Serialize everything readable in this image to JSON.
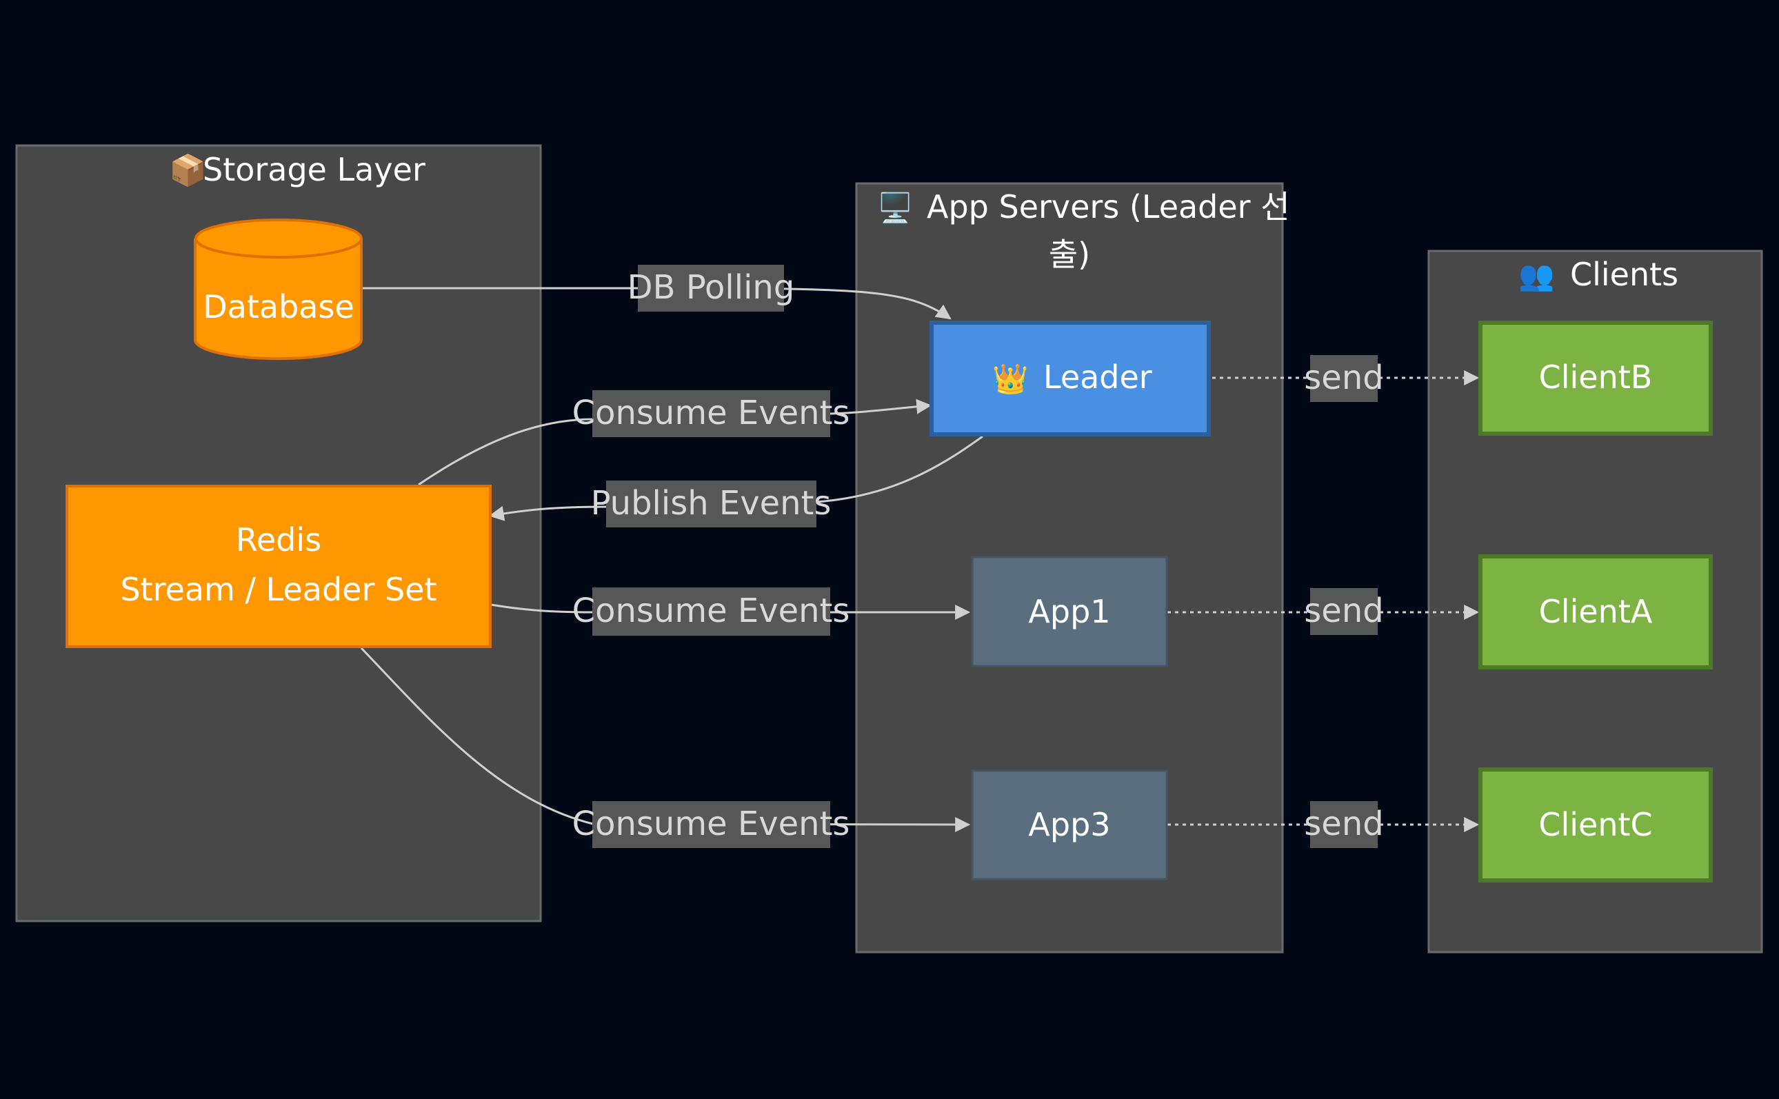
{
  "clusters": {
    "storage": {
      "icon": "📦",
      "title": "Storage Layer"
    },
    "app_servers": {
      "icon": "🖥️",
      "title_line1": "App Servers (Leader 선",
      "title_line2": "출)"
    },
    "clients": {
      "icon": "👥",
      "title": "Clients"
    }
  },
  "nodes": {
    "database": "Database",
    "redis_line1": "Redis",
    "redis_line2": "Stream / Leader Set",
    "leader_icon": "👑",
    "leader": "Leader",
    "app1": "App1",
    "app3": "App3",
    "client_b": "ClientB",
    "client_a": "ClientA",
    "client_c": "ClientC"
  },
  "edges": {
    "db_polling": "DB Polling",
    "consume_leader": "Consume Events",
    "publish": "Publish Events",
    "consume_app1": "Consume Events",
    "consume_app3": "Consume Events",
    "send_b": "send",
    "send_a": "send",
    "send_c": "send"
  },
  "colors": {
    "background": "#020816",
    "cluster_fill": "#484848",
    "storage_node": "#ff9800",
    "leader_node": "#4a90e2",
    "app_node": "#5b6e80",
    "client_node": "#7cb342"
  }
}
